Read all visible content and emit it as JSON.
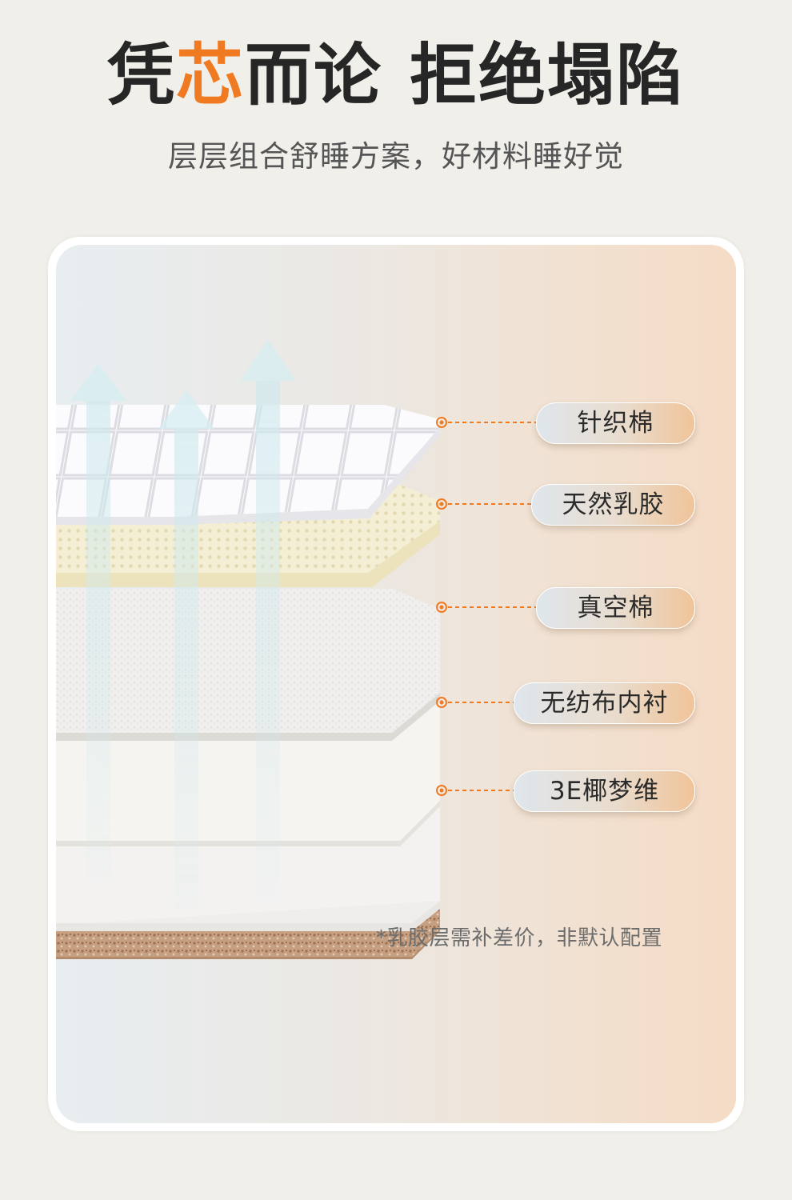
{
  "header": {
    "title_part1": "凭",
    "title_accent": "芯",
    "title_part2": "而论",
    "title_part3": "拒绝塌陷",
    "subtitle": "层层组合舒睡方案，好材料睡好觉"
  },
  "layers": [
    {
      "label": "针织棉",
      "icon": "knit-cotton-layer"
    },
    {
      "label": "天然乳胶",
      "icon": "latex-layer"
    },
    {
      "label": "真空棉",
      "icon": "vacuum-cotton-layer"
    },
    {
      "label": "无纺布内衬",
      "icon": "nonwoven-lining-layer"
    },
    {
      "label": "3E椰梦维",
      "icon": "coconut-fiber-layer"
    }
  ],
  "note": "*乳胶层需补差价，非默认配置",
  "colors": {
    "accent": "#f07a22",
    "title": "#262626",
    "connector": "#f07a22"
  }
}
